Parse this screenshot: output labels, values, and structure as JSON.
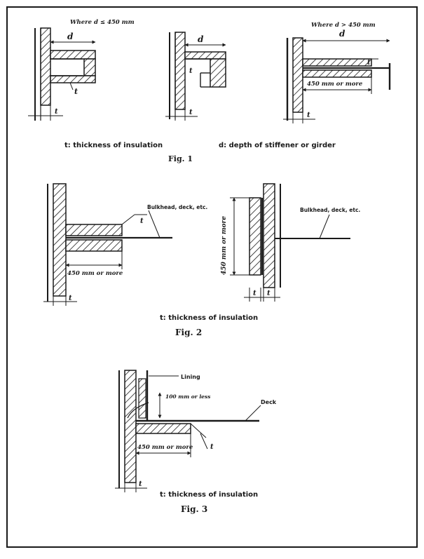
{
  "fig1": {
    "caption": "Fig. 1",
    "case1_condition": "Where d ≤ 450 mm",
    "case3_condition": "Where d > 450 mm",
    "d_symbol": "d",
    "t_symbol": "t",
    "length_label": "450 mm or more",
    "legend_t": "t: thickness of insulation",
    "legend_d": "d: depth of stiffener or girder"
  },
  "fig2": {
    "caption": "Fig. 2",
    "t_symbol": "t",
    "bulkhead_label_left": "Bulkhead, deck, etc.",
    "bulkhead_label_right": "Bulkhead, deck, etc.",
    "length_label_horizontal": "450 mm or more",
    "length_label_vertical": "450 mm or more",
    "legend_t": "t: thickness of insulation"
  },
  "fig3": {
    "caption": "Fig. 3",
    "t_symbol": "t",
    "lining_label": "Lining",
    "gap_label": "100 mm or less",
    "deck_label": "Deck",
    "length_label": "450 mm or more",
    "legend_t": "t: thickness of insulation"
  }
}
